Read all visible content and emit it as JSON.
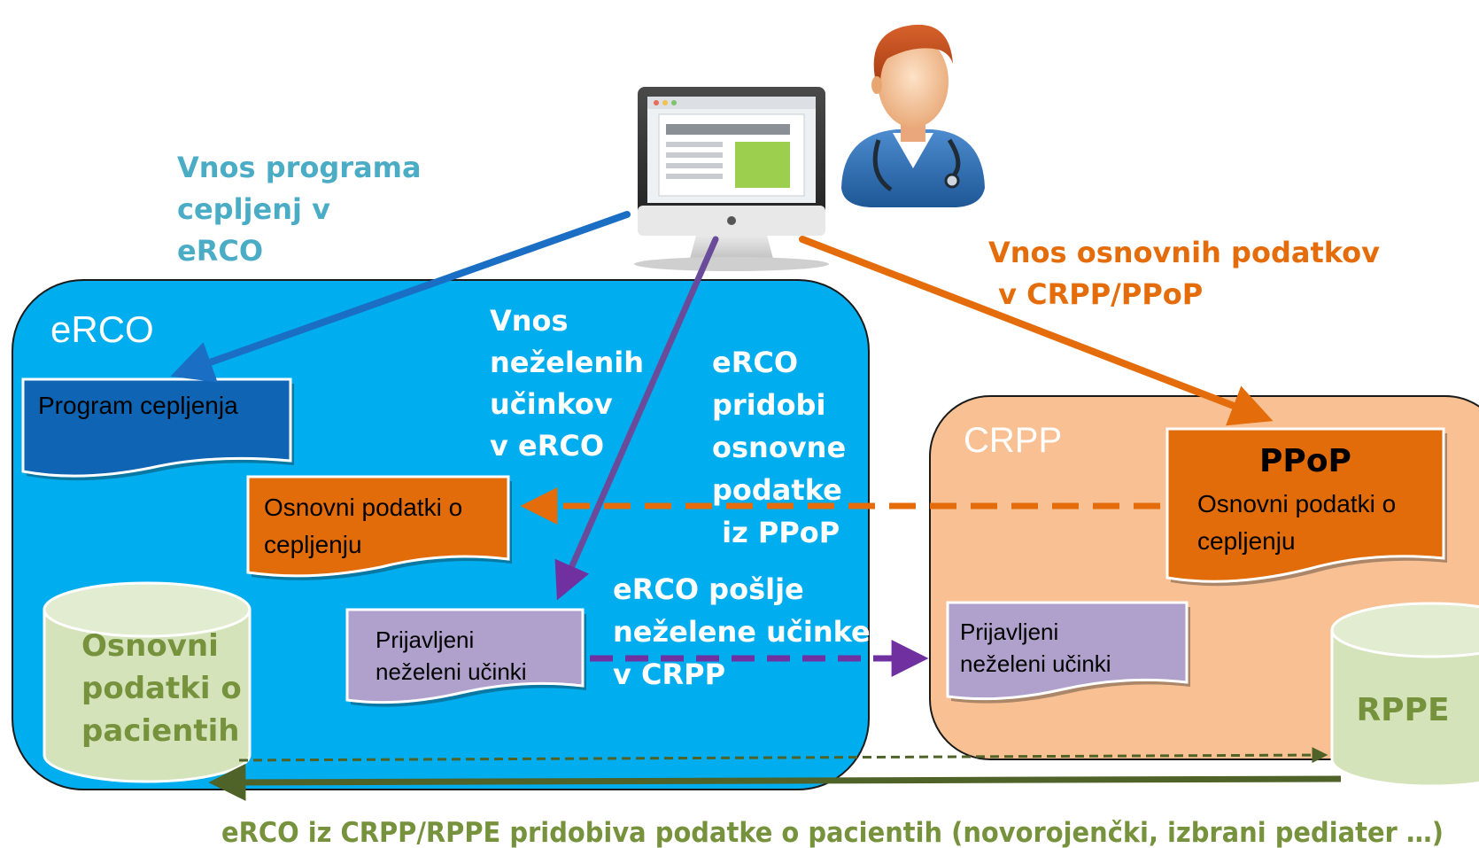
{
  "colors": {
    "erco_fill": "#00adef",
    "crpp_fill": "#f9c193",
    "dark_blue_doc": "#0f65b3",
    "orange_doc": "#e36c0a",
    "purple_doc": "#b0a0cc",
    "db_fill": "#d5e3ba",
    "db_text": "#76923c",
    "blue_label": "#4bacc6",
    "orange_label": "#e46c0a",
    "purple_arrow": "#7030a0",
    "green_arrow": "#4f6228",
    "white": "#ffffff"
  },
  "containers": {
    "erco": {
      "label": "eRCO"
    },
    "crpp": {
      "label": "CRPP"
    }
  },
  "documents": {
    "program": "Program cepljenja",
    "osnovni_erco": [
      "Osnovni podatki o",
      "cepljenju"
    ],
    "ppop_title": "PPoP",
    "ppop_body": [
      "Osnovni podatki o",
      "cepljenju"
    ],
    "prijavljeni_erco": [
      "Prijavljeni",
      "neželeni učinki"
    ],
    "prijavljeni_crpp": [
      "Prijavljeni",
      "neželeni učinki"
    ]
  },
  "databases": {
    "patients": [
      "Osnovni",
      "podatki o",
      "pacientih"
    ],
    "rppe": "RPPE"
  },
  "labels": {
    "vnos_programa": [
      "Vnos programa",
      "cepljenj v",
      "eRCO"
    ],
    "vnos_osnovnih": [
      "Vnos osnovnih podatkov",
      " v CRPP/PPoP"
    ],
    "vnos_nezelenih": [
      "Vnos",
      "neželenih",
      "učinkov",
      "v eRCO"
    ],
    "erco_pridobi": [
      "eRCO",
      "pridobi",
      "osnovne",
      "podatke",
      " iz PPoP"
    ],
    "erco_poslje": [
      "eRCO pošlje",
      "neželene učinke",
      "v CRPP"
    ],
    "bottom": "eRCO iz CRPP/RPPE pridobiva podatke o pacientih (novorojenčki, izbrani pediater …)"
  },
  "icons": {
    "computer": "computer-monitor-icon",
    "doctor": "doctor-avatar-icon"
  }
}
